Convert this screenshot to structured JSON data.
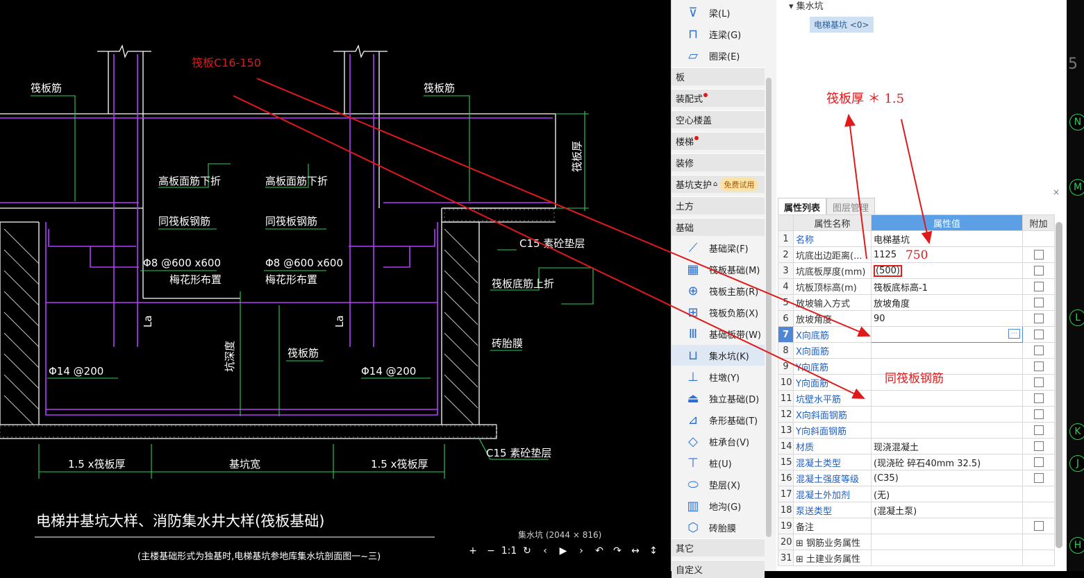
{
  "cad": {
    "title": "电梯井基坑大样、消防集水井大样(筏板基础)",
    "subtitle": "(主楼基础形式为独基时,电梯基坑参地库集水坑剖面图一~三)",
    "labels": {
      "fb_left": "筏板筋",
      "fb_right": "筏板筋",
      "fb_mid": "筏板筋",
      "fb_side": "筏板厚",
      "top_left": "高板面筋下折",
      "top_right": "高板面筋下折",
      "same_left": "同筏板钢筋",
      "same_right": "同筏板钢筋",
      "bar_left": "Φ8 @600 x600",
      "bar_right": "Φ8 @600 x600",
      "plum_left": "梅花形布置",
      "plum_right": "梅花形布置",
      "c15_top": "C15 素砼垫层",
      "c15_bottom": "C15 素砼垫层",
      "bottom_up": "筏板底筋上折",
      "brick": "砖胎膜",
      "phi14_left": "Φ14 @200",
      "phi14_right": "Φ14 @200",
      "la_left": "La",
      "la_right": "La",
      "pit_depth": "坑深度",
      "dim_left": "1.5 x筏板厚",
      "dim_mid": "基坑宽",
      "dim_right": "1.5 x筏板厚"
    },
    "annotation": "筏板C16-150",
    "viewer_caption": "集水坑 (2044 × 816)",
    "viewer_tools": [
      "+",
      "−",
      "1:1",
      "↻",
      "‹",
      "▶",
      "›",
      "↶",
      "↷",
      "↔",
      "↕"
    ]
  },
  "panel": {
    "items_top": [
      {
        "label": "梁(L)",
        "icon": "beam-icon",
        "glyph": "⊽"
      },
      {
        "label": "连梁(G)",
        "icon": "coupling-beam-icon",
        "glyph": "⊓"
      },
      {
        "label": "圈梁(E)",
        "icon": "ring-beam-icon",
        "glyph": "▱"
      }
    ],
    "categories_top": [
      {
        "label": "板",
        "dot": false
      },
      {
        "label": "装配式",
        "dot": true
      },
      {
        "label": "空心楼盖",
        "dot": false
      },
      {
        "label": "楼梯",
        "dot": true
      },
      {
        "label": "装修",
        "dot": false
      },
      {
        "label": "基坑支护",
        "dot": false,
        "trial": "免费试用"
      },
      {
        "label": "土方",
        "dot": false
      },
      {
        "label": "基础",
        "dot": false
      }
    ],
    "items_foundation": [
      {
        "label": "基础梁(F)",
        "icon": "foundation-beam-icon",
        "glyph": "⟋"
      },
      {
        "label": "筏板基础(M)",
        "icon": "raft-foundation-icon",
        "glyph": "▦"
      },
      {
        "label": "筏板主筋(R)",
        "icon": "raft-main-rebar-icon",
        "glyph": "⊕"
      },
      {
        "label": "筏板负筋(X)",
        "icon": "raft-negative-rebar-icon",
        "glyph": "⊞"
      },
      {
        "label": "基础板带(W)",
        "icon": "foundation-strip-icon",
        "glyph": "Ⅲ"
      },
      {
        "label": "集水坑(K)",
        "icon": "sump-pit-icon",
        "glyph": "⊔",
        "selected": true
      },
      {
        "label": "柱墩(Y)",
        "icon": "column-pier-icon",
        "glyph": "⊥"
      },
      {
        "label": "独立基础(D)",
        "icon": "isolated-footing-icon",
        "glyph": "⏏"
      },
      {
        "label": "条形基础(T)",
        "icon": "strip-footing-icon",
        "glyph": "⊿"
      },
      {
        "label": "桩承台(V)",
        "icon": "pile-cap-icon",
        "glyph": "◇"
      },
      {
        "label": "桩(U)",
        "icon": "pile-icon",
        "glyph": "⊤"
      },
      {
        "label": "垫层(X)",
        "icon": "cushion-layer-icon",
        "glyph": "⬭"
      },
      {
        "label": "地沟(G)",
        "icon": "trench-icon",
        "glyph": "▥"
      },
      {
        "label": "砖胎膜",
        "icon": "brick-mold-icon",
        "glyph": "⬡"
      }
    ],
    "categories_bottom": [
      {
        "label": "其它"
      },
      {
        "label": "自定义"
      }
    ]
  },
  "tree": {
    "root": "▾ 集水坑",
    "child": "电梯基坑 <0>"
  },
  "props": {
    "tabs": [
      "属性列表",
      "图层管理"
    ],
    "close": "×",
    "headers": {
      "name": "属性名称",
      "value": "属性值",
      "extra": "附加"
    },
    "rows": [
      {
        "n": "1",
        "name": "名称",
        "value": "电梯基坑",
        "blue": true,
        "cb": false
      },
      {
        "n": "2",
        "name": "坑底出边距离(...",
        "value": "1125",
        "blue": false,
        "cb": true
      },
      {
        "n": "3",
        "name": "坑底板厚度(mm)",
        "value": "(500)",
        "blue": false,
        "cb": true,
        "hl": true
      },
      {
        "n": "4",
        "name": "坑板顶标高(m)",
        "value": "筏板底标高-1",
        "blue": false,
        "cb": true
      },
      {
        "n": "5",
        "name": "放坡输入方式",
        "value": "放坡角度",
        "blue": false,
        "cb": true
      },
      {
        "n": "6",
        "name": "放坡角度",
        "value": "90",
        "blue": false,
        "cb": true
      },
      {
        "n": "7",
        "name": "X向底筋",
        "value": "",
        "blue": true,
        "cb": true,
        "sel": true
      },
      {
        "n": "8",
        "name": "X向面筋",
        "value": "",
        "blue": true,
        "cb": true
      },
      {
        "n": "9",
        "name": "Y向底筋",
        "value": "",
        "blue": true,
        "cb": true
      },
      {
        "n": "10",
        "name": "Y向面筋",
        "value": "",
        "blue": true,
        "cb": true
      },
      {
        "n": "11",
        "name": "坑壁水平筋",
        "value": "",
        "blue": true,
        "cb": true
      },
      {
        "n": "12",
        "name": "X向斜面钢筋",
        "value": "",
        "blue": true,
        "cb": true
      },
      {
        "n": "13",
        "name": "Y向斜面钢筋",
        "value": "",
        "blue": true,
        "cb": true
      },
      {
        "n": "14",
        "name": "材质",
        "value": "现浇混凝土",
        "blue": true,
        "cb": true
      },
      {
        "n": "15",
        "name": "混凝土类型",
        "value": "(现浇砼 碎石40mm 32.5)",
        "blue": true,
        "cb": true
      },
      {
        "n": "16",
        "name": "混凝土强度等级",
        "value": "(C35)",
        "blue": true,
        "cb": true
      },
      {
        "n": "17",
        "name": "混凝土外加剂",
        "value": "(无)",
        "blue": true,
        "cb": false
      },
      {
        "n": "18",
        "name": "泵送类型",
        "value": "(混凝土泵)",
        "blue": true,
        "cb": false
      },
      {
        "n": "19",
        "name": "备注",
        "value": "",
        "blue": false,
        "cb": true
      },
      {
        "n": "20",
        "name": "⊞ 钢筋业务属性",
        "value": "",
        "blue": false,
        "cb": false
      },
      {
        "n": "31",
        "name": "⊞ 土建业务属性",
        "value": "",
        "blue": false,
        "cb": false
      }
    ],
    "ellipsis": "···"
  },
  "annotations": {
    "raft_thickness": "筏板厚 ＊ 1.5",
    "value_750": "750",
    "same_raft": "同筏板钢筋"
  },
  "axis_labels": [
    "N",
    "M",
    "L",
    "K",
    "J",
    "H"
  ],
  "edge_text": "5",
  "colors": {
    "cad_bg": "#000000",
    "rebar": "#b23cff",
    "dim": "#2bd157",
    "annot_red": "#e0191b",
    "text_white": "#ffffff",
    "accent_blue": "#5ba0e6"
  }
}
